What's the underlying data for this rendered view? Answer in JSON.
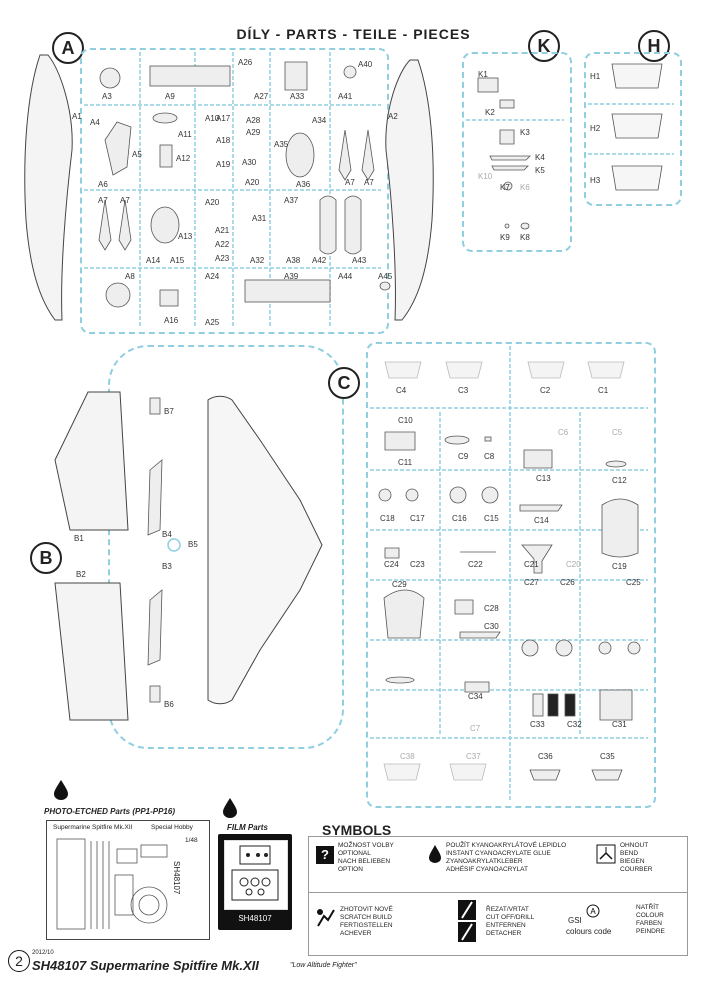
{
  "header": {
    "title": "DÍLY - PARTS - TEILE - PIECES"
  },
  "sprues": {
    "A": {
      "letter": "A",
      "parts": [
        "A1",
        "A2",
        "A3",
        "A4",
        "A5",
        "A6",
        "A7",
        "A7",
        "A7",
        "A7",
        "A8",
        "A9",
        "A10",
        "A11",
        "A12",
        "A13",
        "A14",
        "A15",
        "A16",
        "A17",
        "A18",
        "A19",
        "A20",
        "A20",
        "A21",
        "A22",
        "A23",
        "A24",
        "A25",
        "A26",
        "A27",
        "A28",
        "A29",
        "A30",
        "A31",
        "A32",
        "A33",
        "A34",
        "A35",
        "A36",
        "A37",
        "A38",
        "A39",
        "A40",
        "A41",
        "A42",
        "A43",
        "A44",
        "A45"
      ]
    },
    "K": {
      "letter": "K",
      "parts": [
        "K1",
        "K2",
        "K3",
        "K4",
        "K5",
        "K6",
        "K7",
        "K8",
        "K9",
        "K10"
      ]
    },
    "H": {
      "letter": "H",
      "parts": [
        "H1",
        "H2",
        "H3"
      ]
    },
    "B": {
      "letter": "B",
      "parts": [
        "B1",
        "B2",
        "B3",
        "B4",
        "B5",
        "B6",
        "B7"
      ]
    },
    "C": {
      "letter": "C",
      "parts": [
        "C1",
        "C2",
        "C3",
        "C4",
        "C5",
        "C6",
        "C7",
        "C8",
        "C9",
        "C10",
        "C11",
        "C12",
        "C13",
        "C14",
        "C15",
        "C16",
        "C17",
        "C18",
        "C19",
        "C20",
        "C21",
        "C22",
        "C23",
        "C24",
        "C25",
        "C26",
        "C27",
        "C28",
        "C29",
        "C30",
        "C31",
        "C32",
        "C33",
        "C34",
        "C35",
        "C36",
        "C37",
        "C38"
      ]
    }
  },
  "photo_etched": {
    "label": "PHOTO-ETCHED Parts (PP1-PP16)",
    "fret_title": "Supermarine Spitfire Mk.XII",
    "brand": "Special Hobby",
    "scale": "1/48",
    "code": "SH48107"
  },
  "film": {
    "label": "FILM Parts",
    "code": "SH48107"
  },
  "symbols": {
    "title": "SYMBOLS",
    "optional": "MOŽNOST VOLBY\nOPTIONAL\nNACH BELIEBEN\nOPTION",
    "glue": "POUŽÍT KYANOAKRYLÁTOVÉ LEPIDLO\nINSTANT CYANOACRYLATE GLUE\nZYANOAKRYLATKLEBER\nADHÉSIF CYANOACRYLAT",
    "bend": "OHNOUT\nBEND\nBIEGEN\nCOURBER",
    "scratch": "ZHOTOVIT NOVÉ\nSCRATCH BUILD\nFERTIGSTELLEN\nACHEVER",
    "cut": "ŘEZAT/VRTAT\nCUT OFF/DRILL\nENTFERNEN\nDETACHER",
    "gsi": "GSI",
    "colours_code": "colours code",
    "paint": "NATŘÍT\nCOLOUR\nFARBEN\nPEINDRE"
  },
  "footer": {
    "page": "2",
    "date": "2012/10",
    "title": "SH48107 Supermarine Spitfire Mk.XII",
    "subtitle": "\"Low Altitude Fighter\""
  }
}
